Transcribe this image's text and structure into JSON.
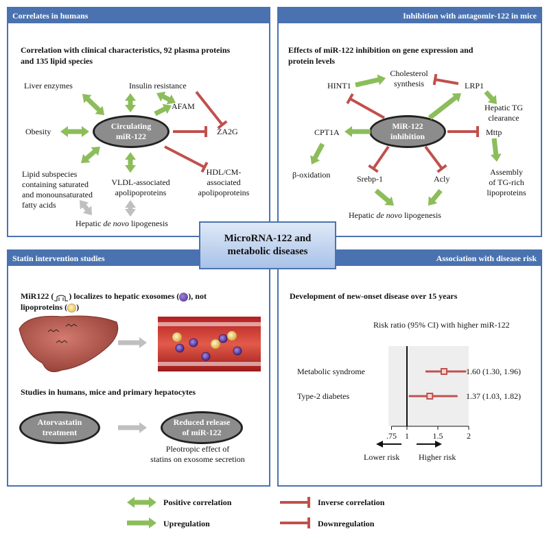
{
  "center": {
    "line1": "MicroRNA-122 and",
    "line2": "metabolic diseases"
  },
  "humans": {
    "header": "Correlates in humans",
    "subtitle_line1": "Correlation with clinical characteristics, 92 plasma proteins",
    "subtitle_line2": "and 135 lipid species",
    "oval_line1": "Circulating",
    "oval_line2": "miR-122",
    "liver_enzymes": "Liver enzymes",
    "insulin_resistance": "Insulin resistance",
    "afam": "AFAM",
    "za2g": "ZA2G",
    "obesity": "Obesity",
    "lipid_sub_1": "Lipid subspecies",
    "lipid_sub_2": "containing saturated",
    "lipid_sub_3": "and monounsaturated",
    "lipid_sub_4": "fatty acids",
    "vldl_1": "VLDL-associated",
    "vldl_2": "apolipoproteins",
    "hdl_1": "HDL/CM-",
    "hdl_2": "associated",
    "hdl_3": "apolipoproteins",
    "hepatic_prefix": "Hepatic ",
    "hepatic_italic": "de novo",
    "hepatic_suffix": " lipogenesis"
  },
  "mice": {
    "header": "Inhibition with antagomir-122 in mice",
    "subtitle_line1": "Effects of miR-122 inhibition on gene expression and",
    "subtitle_line2": "protein levels",
    "oval_line1": "MiR-122",
    "oval_line2": "inhibition",
    "hint1": "HINT1",
    "chol_1": "Cholesterol",
    "chol_2": "synthesis",
    "lrp1": "LRP1",
    "hepatic_tg_1": "Hepatic TG",
    "hepatic_tg_2": "clearance",
    "cpt1a": "CPT1A",
    "mttp": "Mttp",
    "beta_ox": "β-oxidation",
    "srebp": "Srebp-1",
    "acly": "Acly",
    "assembly_1": "Assembly",
    "assembly_2": "of TG-rich",
    "assembly_3": "lipoproteins",
    "hepatic_prefix": "Hepatic ",
    "hepatic_italic": "de novo",
    "hepatic_suffix": " lipogenesis"
  },
  "statin": {
    "header": "Statin intervention studies",
    "line1_a": "MiR122 (",
    "line1_b": ") localizes to hepatic exosomes (",
    "line1_c": "), not",
    "line2_a": "lipoproteins (",
    "line2_b": ")",
    "studies": "Studies in humans, mice and primary hepatocytes",
    "oval1_line1": "Atorvastatin",
    "oval1_line2": "treatment",
    "oval2_line1": "Reduced release",
    "oval2_line2": "of miR-122",
    "pleio_1": "Pleotropic effect of",
    "pleio_2": "statins on exosome secretion"
  },
  "risk": {
    "header": "Association with disease risk",
    "subtitle": "Development of new-onset disease over 15 years",
    "axis_title": "Risk ratio (95% CI) with higher miR-122",
    "lower": "Lower risk",
    "higher": "Higher risk"
  },
  "legend": {
    "positive": "Positive correlation",
    "upregulation": "Upregulation",
    "inverse": "Inverse correlation",
    "downregulation": "Downregulation"
  },
  "colors": {
    "panel_blue": "#4a72b0",
    "green_arrow": "#8cbd5a",
    "red_inhibit": "#c0504d",
    "grey_arrow": "#bfbfbf"
  },
  "chart_data": {
    "type": "forest",
    "categories": [
      "Metabolic syndrome",
      "Type-2 diabetes"
    ],
    "estimates": [
      1.6,
      1.37
    ],
    "ci_lower": [
      1.3,
      1.03
    ],
    "ci_upper": [
      1.96,
      1.82
    ],
    "labels": [
      "1.60 (1.30, 1.96)",
      "1.37 (1.03, 1.82)"
    ],
    "x_ticks": [
      ".75",
      "1",
      "1.5",
      "2"
    ],
    "x_tick_values": [
      0.75,
      1,
      1.5,
      2
    ],
    "xlim": [
      0.7,
      2.0
    ],
    "reference_line": 1,
    "xlabel": "Risk ratio (95% CI) with higher miR-122"
  }
}
